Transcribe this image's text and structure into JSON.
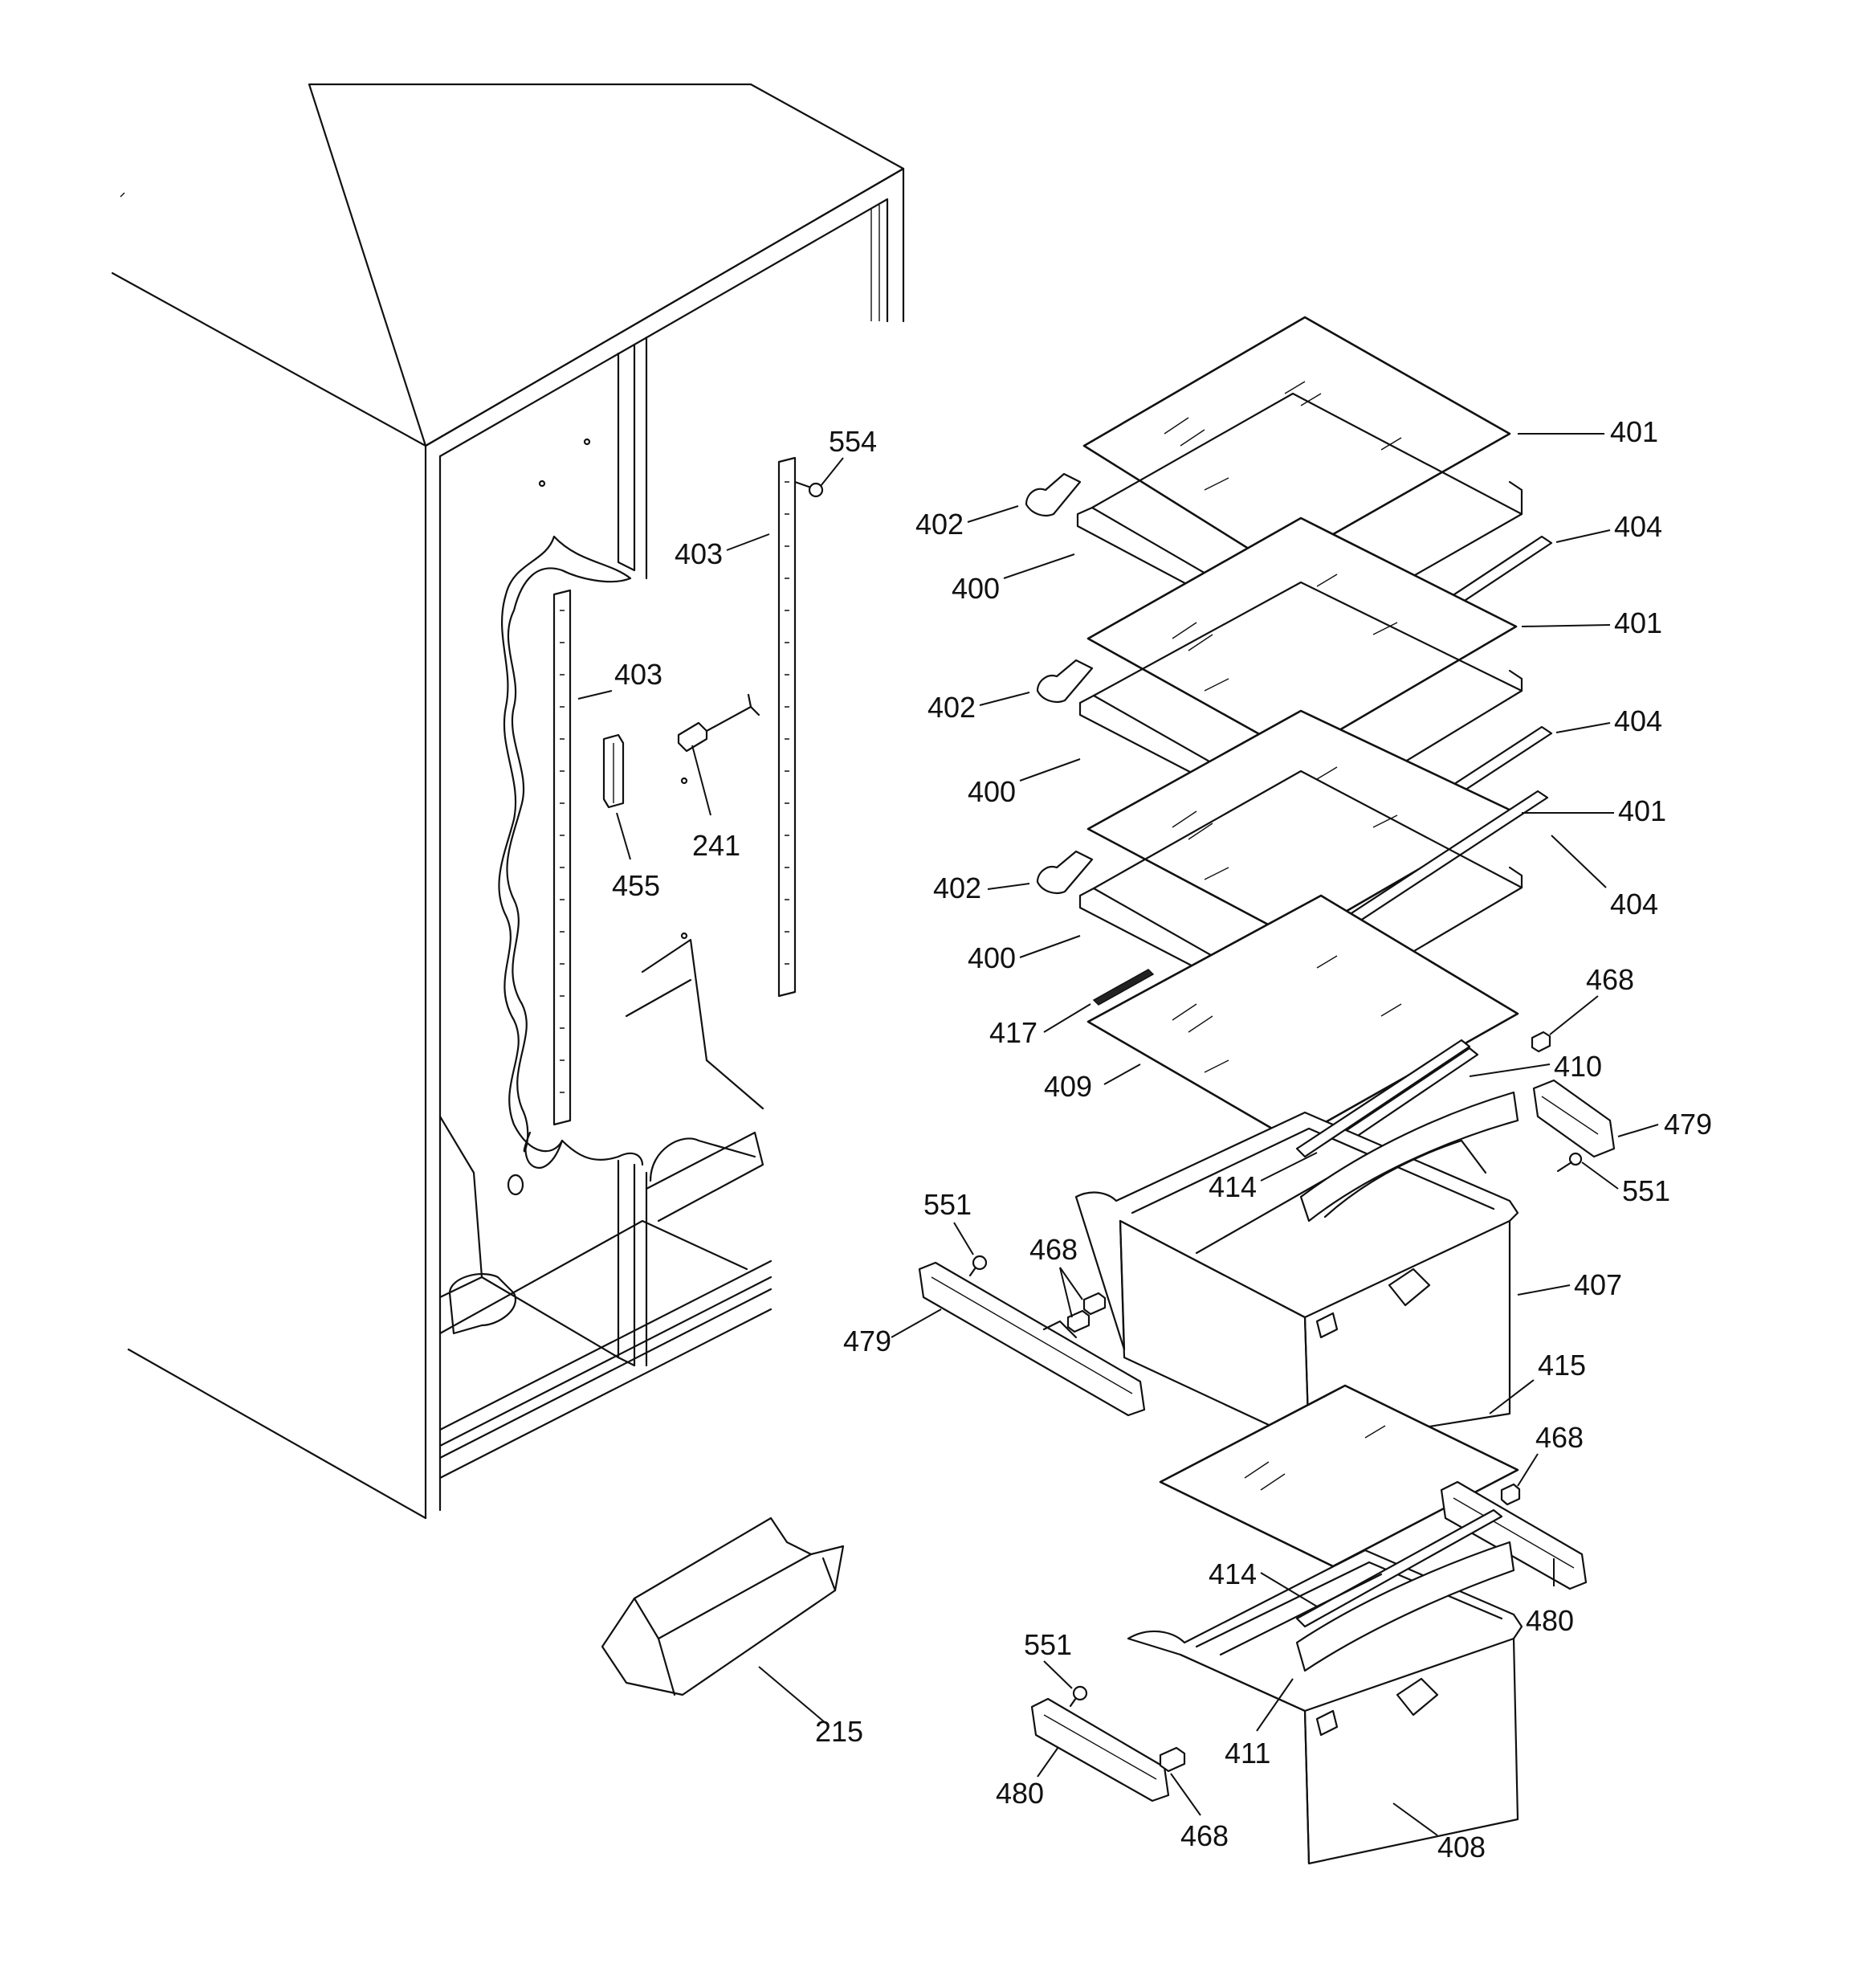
{
  "callouts": [
    {
      "id": "c-554",
      "label": "554"
    },
    {
      "id": "c-403a",
      "label": "403"
    },
    {
      "id": "c-403b",
      "label": "403"
    },
    {
      "id": "c-241",
      "label": "241"
    },
    {
      "id": "c-455",
      "label": "455"
    },
    {
      "id": "c-401a",
      "label": "401"
    },
    {
      "id": "c-402a",
      "label": "402"
    },
    {
      "id": "c-400a",
      "label": "400"
    },
    {
      "id": "c-404a",
      "label": "404"
    },
    {
      "id": "c-401b",
      "label": "401"
    },
    {
      "id": "c-402b",
      "label": "402"
    },
    {
      "id": "c-400b",
      "label": "400"
    },
    {
      "id": "c-404b",
      "label": "404"
    },
    {
      "id": "c-401c",
      "label": "401"
    },
    {
      "id": "c-402c",
      "label": "402"
    },
    {
      "id": "c-404c",
      "label": "404"
    },
    {
      "id": "c-400c",
      "label": "400"
    },
    {
      "id": "c-468a",
      "label": "468"
    },
    {
      "id": "c-417",
      "label": "417"
    },
    {
      "id": "c-410",
      "label": "410"
    },
    {
      "id": "c-409",
      "label": "409"
    },
    {
      "id": "c-479a",
      "label": "479"
    },
    {
      "id": "c-414a",
      "label": "414"
    },
    {
      "id": "c-551a",
      "label": "551"
    },
    {
      "id": "c-551b",
      "label": "551"
    },
    {
      "id": "c-468b",
      "label": "468"
    },
    {
      "id": "c-407",
      "label": "407"
    },
    {
      "id": "c-479b",
      "label": "479"
    },
    {
      "id": "c-415",
      "label": "415"
    },
    {
      "id": "c-468c",
      "label": "468"
    },
    {
      "id": "c-414b",
      "label": "414"
    },
    {
      "id": "c-480a",
      "label": "480"
    },
    {
      "id": "c-551c",
      "label": "551"
    },
    {
      "id": "c-411",
      "label": "411"
    },
    {
      "id": "c-215",
      "label": "215"
    },
    {
      "id": "c-480b",
      "label": "480"
    },
    {
      "id": "c-468d",
      "label": "468"
    },
    {
      "id": "c-408",
      "label": "408"
    }
  ]
}
